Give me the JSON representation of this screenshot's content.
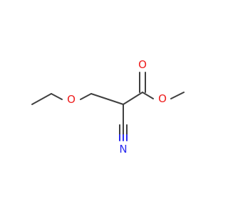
{
  "atoms": {
    "carbonyl_oxygen": "O",
    "ester_oxygen": "O",
    "ether_oxygen": "O",
    "nitrile_nitrogen": "N"
  },
  "colors": {
    "bond": "#404040",
    "oxygen": "#ee1c1c",
    "nitrogen": "#2b2bf0",
    "background": "#ffffff"
  }
}
